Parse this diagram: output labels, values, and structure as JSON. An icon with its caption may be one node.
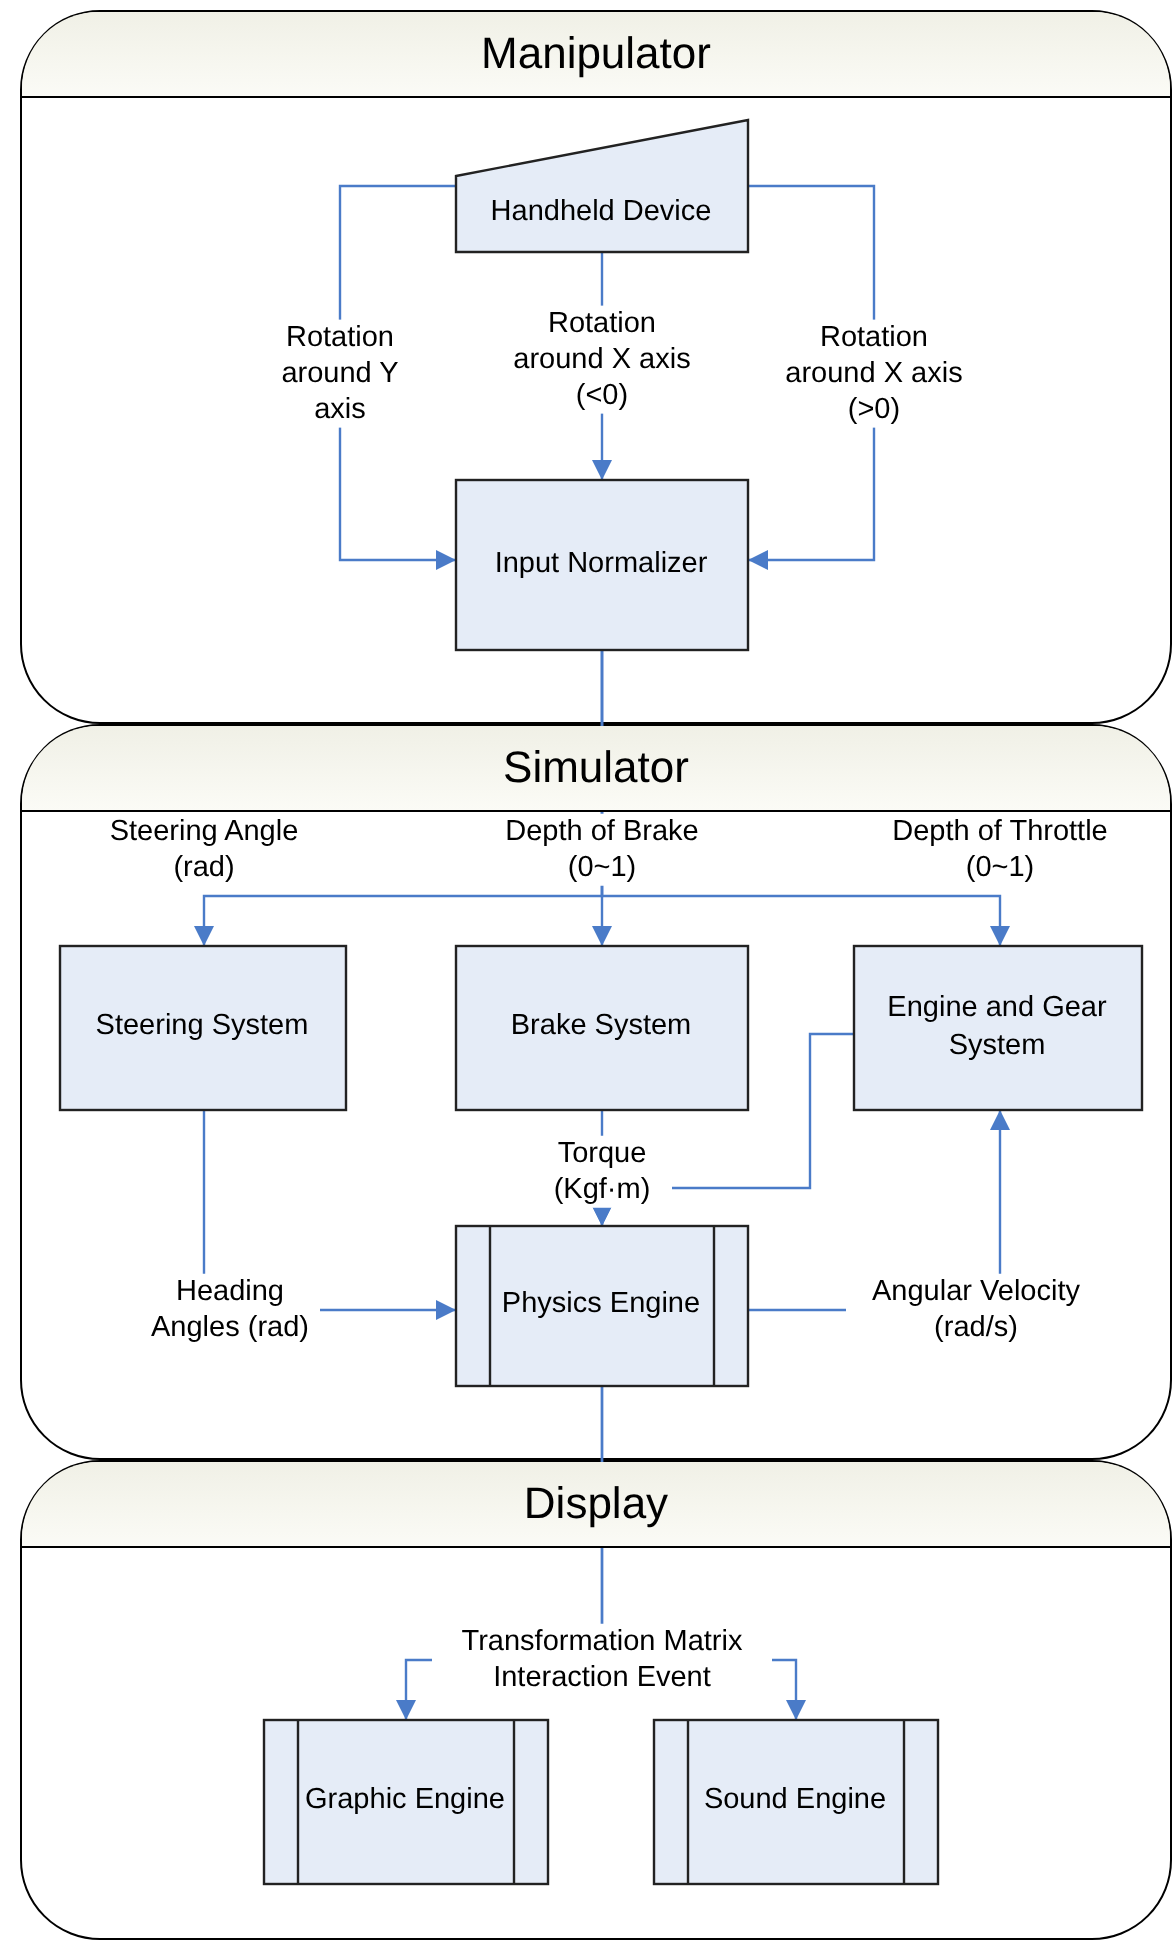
{
  "diagram": {
    "nodes": [
      {
        "text": [
          "Manipulator"
        ]
      },
      {
        "text": [
          "Handheld Device"
        ],
        "in": 0
      },
      {
        "text": [
          "Input Normalizer"
        ],
        "in": 0
      },
      {
        "text": [
          "Simulator"
        ]
      },
      {
        "text": [
          "Steering System"
        ],
        "in": 3
      },
      {
        "text": [
          "Brake System"
        ],
        "in": 3
      },
      {
        "text": [
          "Engine and Gear System"
        ],
        "in": 3
      },
      {
        "text": [
          "Physics Engine"
        ],
        "in": 3
      },
      {
        "text": [
          "Display"
        ]
      },
      {
        "text": [
          "Graphic Engine"
        ],
        "in": 8
      },
      {
        "text": [
          "Sound Engine"
        ],
        "in": 8
      }
    ],
    "edges": [
      {
        "from": 1,
        "to": 2,
        "arrow": "to",
        "label": "Rotation around Y axis"
      },
      {
        "from": 1,
        "to": 2,
        "arrow": "to",
        "label": "Rotation around X axis (<0)"
      },
      {
        "from": 1,
        "to": 2,
        "arrow": "to",
        "label": "Rotation around X axis (>0)"
      },
      {
        "from": 2,
        "to": 4,
        "arrow": "to",
        "label": "Steering Angle (rad)"
      },
      {
        "from": 2,
        "to": 5,
        "arrow": "to",
        "label": "Depth of Brake (0~1)"
      },
      {
        "from": 2,
        "to": 6,
        "arrow": "to",
        "label": "Depth of Throttle (0~1)"
      },
      {
        "from": 4,
        "to": 7,
        "arrow": "to",
        "label": "Heading Angles (rad)"
      },
      {
        "from": 5,
        "to": 7,
        "arrow": "to",
        "label": "Torque (Kgf·m)"
      },
      {
        "from": 6,
        "to": 7,
        "arrow": "to"
      },
      {
        "from": 7,
        "to": 6,
        "arrow": "to",
        "label": "Angular Velocity (rad/s)"
      },
      {
        "from": 7,
        "to": 9,
        "arrow": "to",
        "label": "Transformation Matrix Interaction Event"
      },
      {
        "from": 7,
        "to": 10,
        "arrow": "to"
      }
    ]
  }
}
